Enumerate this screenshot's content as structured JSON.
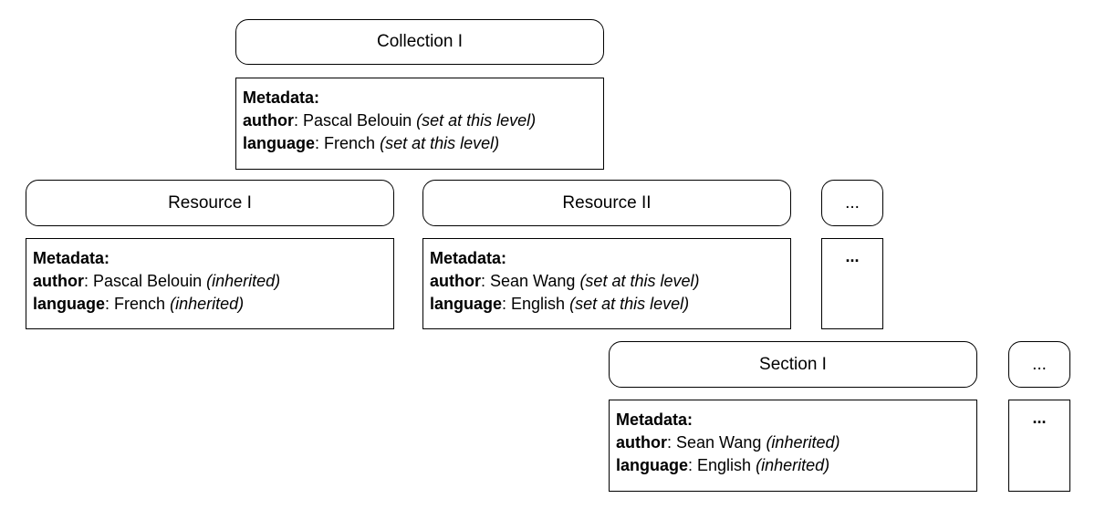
{
  "labels": {
    "metadata_heading": "Metadata:",
    "author_key": "author",
    "language_key": "language",
    "ellipsis": "..."
  },
  "collection": {
    "title": "Collection I",
    "author": "Pascal Belouin",
    "author_note": "(set at this level)",
    "language": "French",
    "language_note": "(set at this level)"
  },
  "resource1": {
    "title": "Resource I",
    "author": "Pascal Belouin",
    "author_note": "(inherited)",
    "language": "French",
    "language_note": "(inherited)"
  },
  "resource2": {
    "title": "Resource II",
    "author": "Sean Wang",
    "author_note": "(set at this level)",
    "language": "English",
    "language_note": "(set at this level)"
  },
  "section1": {
    "title": "Section I",
    "author": "Sean Wang",
    "author_note": "(inherited)",
    "language": "English",
    "language_note": "(inherited)"
  }
}
